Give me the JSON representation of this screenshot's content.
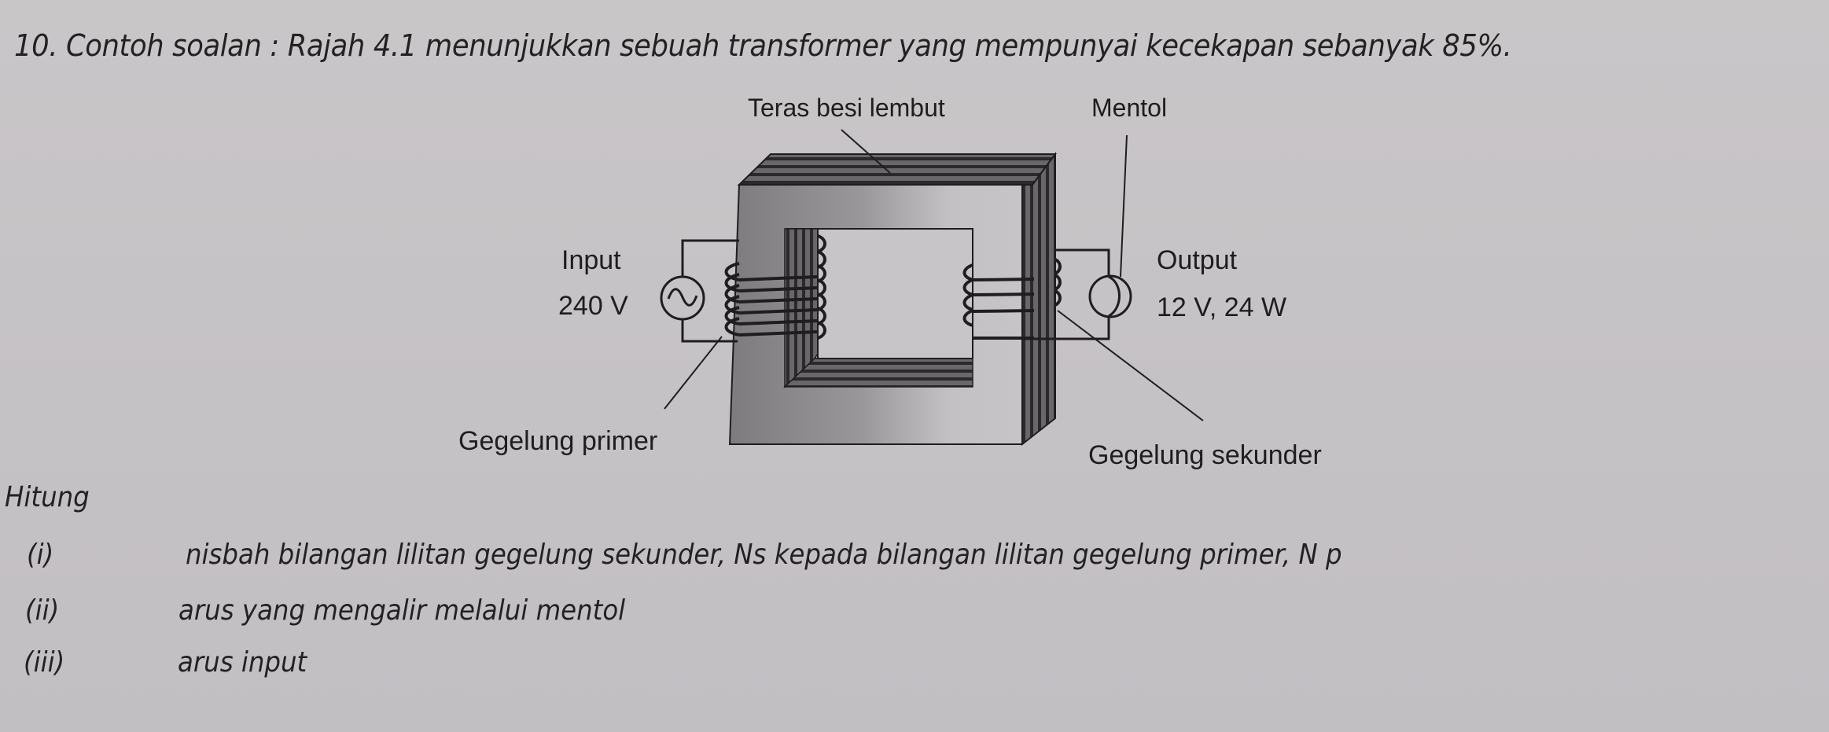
{
  "question": {
    "number": "10.",
    "text": "10. Contoh soalan : Rajah 4.1 menunjukkan sebuah transformer yang mempunyai kecekapan sebanyak 85%.",
    "efficiency_percent": 85
  },
  "diagram": {
    "figure_ref": "Rajah 4.1",
    "labels": {
      "core": "Teras besi lembut",
      "bulb": "Mentol",
      "input_title": "Input",
      "input_value": "240 V",
      "output_title": "Output",
      "output_value": "12 V, 24 W",
      "primary_coil": "Gegelung primer",
      "secondary_coil": "Gegelung sekunder"
    },
    "icons": {
      "ac_source": "ac-source-icon",
      "bulb": "bulb-icon"
    },
    "colors": {
      "background": "#c7c4c7",
      "ink": "#1e1e1e",
      "core_face": "#8f8c8f",
      "core_lamination": "#3a383a"
    }
  },
  "tasks": {
    "heading": "Hitung",
    "items": [
      {
        "num": "(i)",
        "text": "nisbah bilangan lilitan gegelung sekunder, Ns kepada bilangan lilitan gegelung primer, N p"
      },
      {
        "num": "(ii)",
        "text": "arus yang mengalir melalui mentol"
      },
      {
        "num": "(iii)",
        "text": "arus input"
      }
    ]
  }
}
